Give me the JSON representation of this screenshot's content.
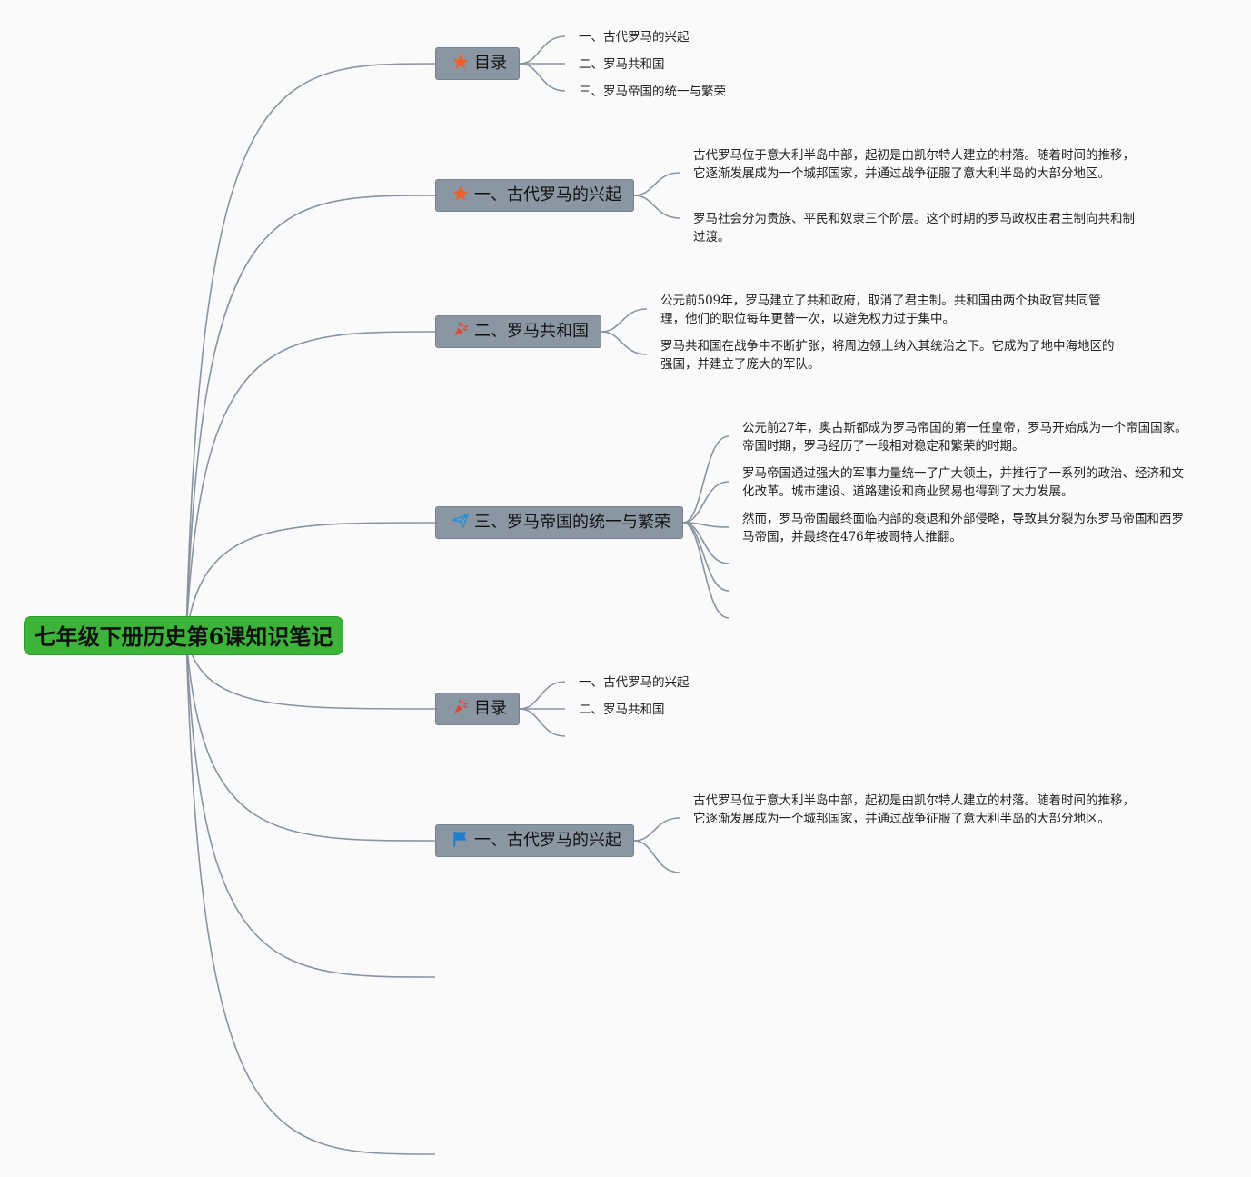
{
  "root": {
    "title": "七年级下册历史第6课知识笔记"
  },
  "topics": [
    {
      "label": "目录",
      "icon": "star-icon",
      "icon_color": "#e8632b",
      "items": [
        "一、古代罗马的兴起",
        "二、罗马共和国",
        "三、罗马帝国的统一与繁荣"
      ]
    },
    {
      "label": "一、古代罗马的兴起",
      "icon": "star-icon",
      "icon_color": "#e8632b",
      "items": [
        "古代罗马位于意大利半岛中部，起初是由凯尔特人建立的村落。随着时间的推移，它逐渐发展成为一个城邦国家，并通过战争征服了意大利半岛的大部分地区。",
        "罗马社会分为贵族、平民和奴隶三个阶层。这个时期的罗马政权由君主制向共和制过渡。"
      ]
    },
    {
      "label": "二、罗马共和国",
      "icon": "party-popper-icon",
      "icon_color": "#d94a36",
      "items": [
        "公元前509年，罗马建立了共和政府，取消了君主制。共和国由两个执政官共同管理，他们的职位每年更替一次，以避免权力过于集中。",
        "罗马共和国在战争中不断扩张，将周边领土纳入其统治之下。它成为了地中海地区的强国，并建立了庞大的军队。"
      ]
    },
    {
      "label": "三、罗马帝国的统一与繁荣",
      "icon": "paper-plane-icon",
      "icon_color": "#2f8fd6",
      "items": [
        "公元前27年，奥古斯都成为罗马帝国的第一任皇帝，罗马开始成为一个帝国国家。帝国时期，罗马经历了一段相对稳定和繁荣的时期。",
        "罗马帝国通过强大的军事力量统一了广大领土，并推行了一系列的政治、经济和文化改革。城市建设、道路建设和商业贸易也得到了大力发展。",
        "然而，罗马帝国最终面临内部的衰退和外部侵略，导致其分裂为东罗马帝国和西罗马帝国，并最终在476年被哥特人推翻。"
      ]
    },
    {
      "label": "目录",
      "icon": "party-popper-icon",
      "icon_color": "#d94a36",
      "items": [
        "一、古代罗马的兴起",
        "二、罗马共和国"
      ]
    },
    {
      "label": "一、古代罗马的兴起",
      "icon": "flag-icon",
      "icon_color": "#1e7fd0",
      "items": [
        "古代罗马位于意大利半岛中部，起初是由凯尔特人建立的村落。随着时间的推移，它逐渐发展成为一个城邦国家，并通过战争征服了意大利半岛的大部分地区。"
      ]
    }
  ],
  "colors": {
    "root_fill": "#3cb43a",
    "topic_fill": "#8a97a3",
    "link_stroke": "#8a93a1"
  }
}
